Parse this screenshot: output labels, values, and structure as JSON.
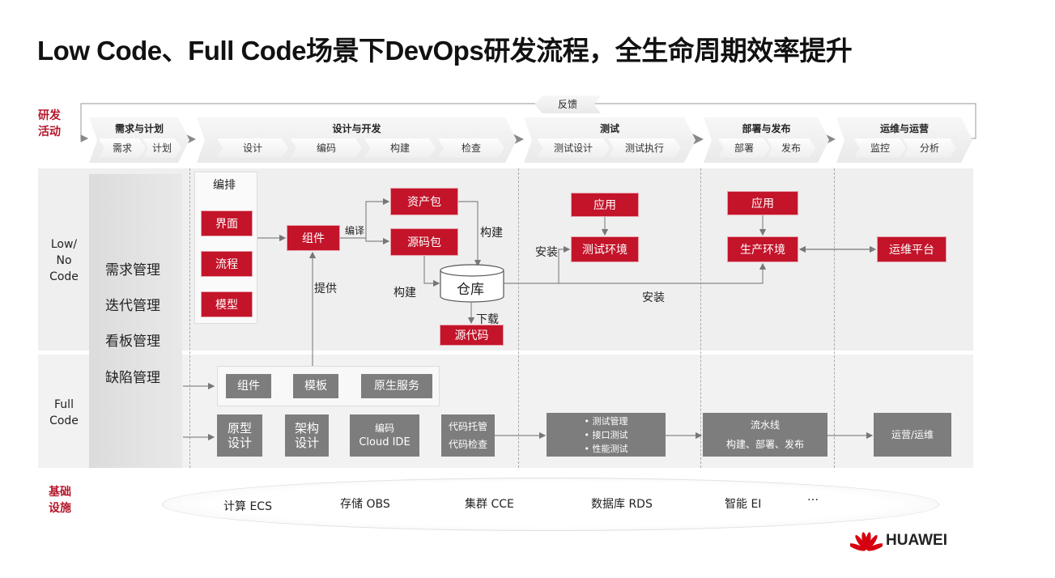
{
  "title": "Low Code、Full Code场景下DevOps研发流程，全生命周期效率提升",
  "rd_label": "研发活动",
  "feedback": "反馈",
  "stages": [
    {
      "title": "需求与计划",
      "subs": [
        "需求",
        "计划"
      ]
    },
    {
      "title": "设计与开发",
      "subs": [
        "设计",
        "编码",
        "构建",
        "检查"
      ]
    },
    {
      "title": "测试",
      "subs": [
        "测试设计",
        "测试执行"
      ]
    },
    {
      "title": "部署与发布",
      "subs": [
        "部署",
        "发布"
      ]
    },
    {
      "title": "运维与运营",
      "subs": [
        "监控",
        "分析"
      ]
    }
  ],
  "rows": {
    "low": "Low/\nNo\nCode",
    "full": "Full\nCode"
  },
  "management": [
    "需求管理",
    "迭代管理",
    "看板管理",
    "缺陷管理"
  ],
  "low_code": {
    "orchestration": "编排",
    "ui": "界面",
    "flow": "流程",
    "model": "模型",
    "component": "组件",
    "compile": "编译",
    "asset_pkg": "资产包",
    "source_pkg": "源码包",
    "build1": "构建",
    "build2": "构建",
    "provide": "提供",
    "repo": "仓库",
    "download": "下载",
    "source_code": "源代码",
    "install1": "安装",
    "install2": "安装",
    "app1": "应用",
    "test_env": "测试环境",
    "app2": "应用",
    "prod_env": "生产环境",
    "ops_platform": "运维平台"
  },
  "full_code": {
    "component": "组件",
    "template": "模板",
    "native": "原生服务",
    "prototype": "原型\n设计",
    "architecture": "架构\n设计",
    "coding": "编码",
    "cloud_ide": "Cloud IDE",
    "hosting": "代码托管",
    "check": "代码检查",
    "tests": [
      "测试管理",
      "接口测试",
      "性能测试"
    ],
    "pipeline": "流水线",
    "pipeline_sub": "构建、部署、发布",
    "ops": "运营/运维"
  },
  "infra_label": "基础设施",
  "infra": [
    "计算 ECS",
    "存储 OBS",
    "集群 CCE",
    "数据库 RDS",
    "智能 EI",
    "…"
  ],
  "brand": "HUAWEI"
}
